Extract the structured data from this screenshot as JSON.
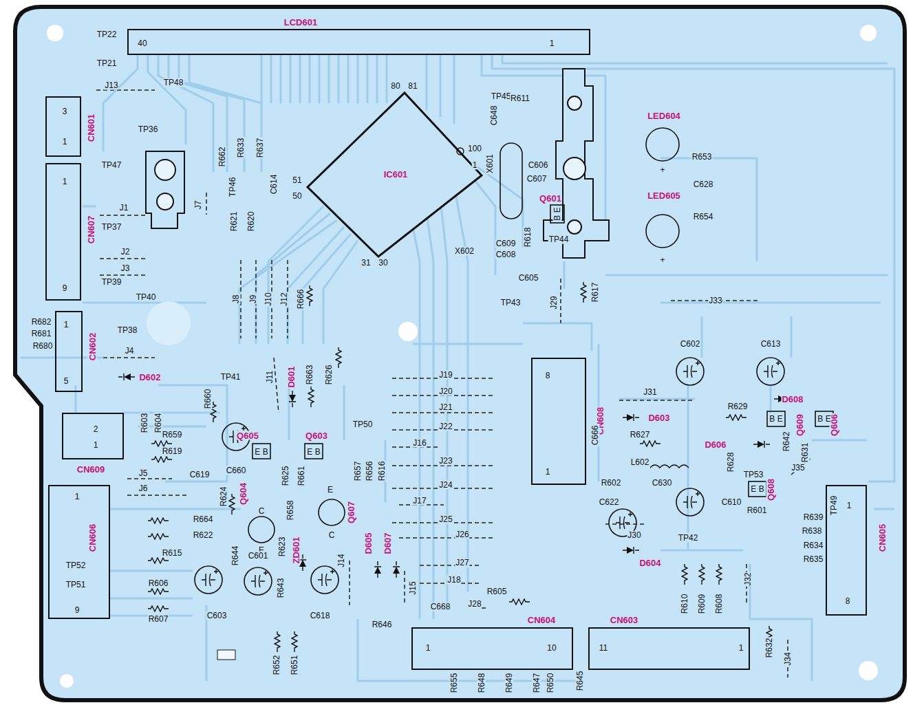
{
  "diagram": {
    "nodes": [
      {
        "text": [
          "LCD601",
          "40",
          "1"
        ]
      },
      {
        "text": [
          "CN601",
          "3",
          "1"
        ]
      },
      {
        "text": [
          "CN607",
          "1",
          "9"
        ]
      },
      {
        "text": [
          "CN602",
          "1",
          "5"
        ]
      },
      {
        "text": [
          "IC601"
        ]
      },
      {
        "text": [
          "CN609",
          "2",
          "1"
        ]
      },
      {
        "text": [
          "CN608",
          "8",
          "1"
        ]
      },
      {
        "text": [
          "CN606",
          "1",
          "9"
        ]
      },
      {
        "text": [
          "CN605",
          "1",
          "8"
        ]
      },
      {
        "text": [
          "CN604",
          "1",
          "10"
        ]
      },
      {
        "text": [
          "CN603",
          "11",
          "1"
        ]
      }
    ],
    "labels": [
      "TP22",
      "TP21",
      "J13",
      "TP48",
      "TP36",
      "TP47",
      "J1",
      "J7",
      "TP37",
      "J2",
      "J3",
      "TP39",
      "TP40",
      "R682",
      "R681",
      "R680",
      "TP38",
      "J4",
      "D602",
      "R662",
      "TP46",
      "R633",
      "R637",
      "C614",
      "R621",
      "R620",
      "80",
      "81",
      "100",
      "1",
      "51",
      "50",
      "31",
      "30",
      "TP45",
      "R611",
      "C648",
      "X601",
      "C606",
      "C607",
      "Q601",
      "B E",
      "R618",
      "TP44",
      "X602",
      "C609",
      "C608",
      "C605",
      "LED604",
      "R653",
      "+",
      "C628",
      "LED605",
      "R654",
      "+",
      "J8",
      "J9",
      "J10",
      "J12",
      "R666",
      "TP43",
      "J29",
      "R617",
      "J33",
      "TP41",
      "J11",
      "D601",
      "R663",
      "R626",
      "J19",
      "J20",
      "J21",
      "J22",
      "C602",
      "C613",
      "J31",
      "D608",
      "R629",
      "D603",
      "R660",
      "R603",
      "R604",
      "Q605",
      "E B",
      "Q603",
      "E B",
      "TP50",
      "J16",
      "C666",
      "R627",
      "D606",
      "Q609",
      "B E",
      "Q606",
      "B E",
      "R642",
      "R631",
      "R628",
      "TP53",
      "J35",
      "L602",
      "R659",
      "R619",
      "C619",
      "J5",
      "J6",
      "C660",
      "R625",
      "R661",
      "R657",
      "R656",
      "R616",
      "J23",
      "R602",
      "C630",
      "Q608",
      "E B",
      "J24",
      "R624",
      "Q604",
      "R664",
      "R622",
      "C",
      "E",
      "R658",
      "E",
      "C",
      "Q607",
      "J17",
      "J25",
      "C622",
      "C610",
      "R601",
      "R639",
      "R638",
      "R634",
      "R635",
      "TP49",
      "J30",
      "TP42",
      "J26",
      "R615",
      "R644",
      "C601",
      "R623",
      "ZD601",
      "D605",
      "D607",
      "J14",
      "J27",
      "D604",
      "TP52",
      "TP51",
      "R606",
      "R643",
      "J18",
      "J15",
      "J32",
      "R610",
      "R609",
      "R608",
      "C603",
      "C618",
      "R607",
      "C668",
      "J28",
      "R605",
      "R646",
      "R652",
      "R651",
      "R645",
      "R655",
      "R648",
      "R649",
      "R647",
      "R650",
      "R632",
      "J34"
    ]
  }
}
